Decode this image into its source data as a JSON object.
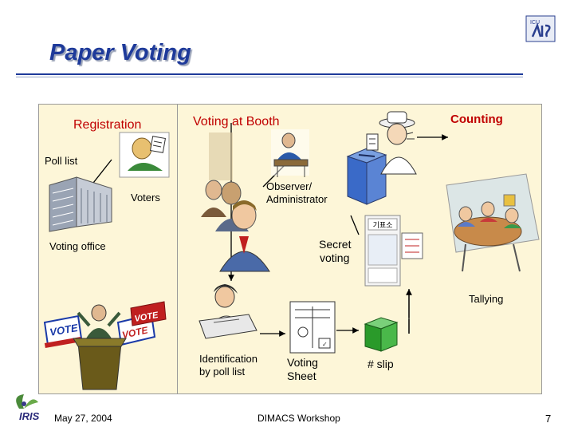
{
  "slide": {
    "title": "Paper Voting",
    "footer_date": "May 27, 2004",
    "footer_event": "DIMACS Workshop",
    "page_number": "7",
    "iris_logo": "IRIS",
    "corner_logo": "ICU"
  },
  "stages": {
    "registration": "Registration",
    "voting_at_booth": "Voting at Booth",
    "counting": "Counting"
  },
  "labels": {
    "poll_list": "Poll list",
    "voters": "Voters",
    "observer_line1": "Observer/",
    "observer_line2": "Administrator",
    "voting_office": "Voting office",
    "secret_line1": "Secret",
    "secret_line2": "voting",
    "tallying": "Tallying",
    "identification_line1": "Identification",
    "identification_line2": "by poll list",
    "voting_sheet_line1": "Voting",
    "voting_sheet_line2": "Sheet",
    "slip": "# slip",
    "vote_sign": "VOTE",
    "ballot_box_sign": "기표소"
  },
  "colors": {
    "title": "#1e3a9a",
    "stage_red": "#c00000",
    "panel_bg": "#fdf6d8",
    "ballot_box": "#4a7ac8",
    "slip_box": "#3aa83a"
  },
  "icons": [
    "clerk-icon",
    "building-icon",
    "voters-crowd-icon",
    "observer-icon",
    "ballot-box-icon",
    "counter-man-icon",
    "voting-booth-icon",
    "meeting-table-icon",
    "woman-writing-icon",
    "voting-sheet-icon",
    "slip-box-icon",
    "candidate-podium-icon"
  ]
}
